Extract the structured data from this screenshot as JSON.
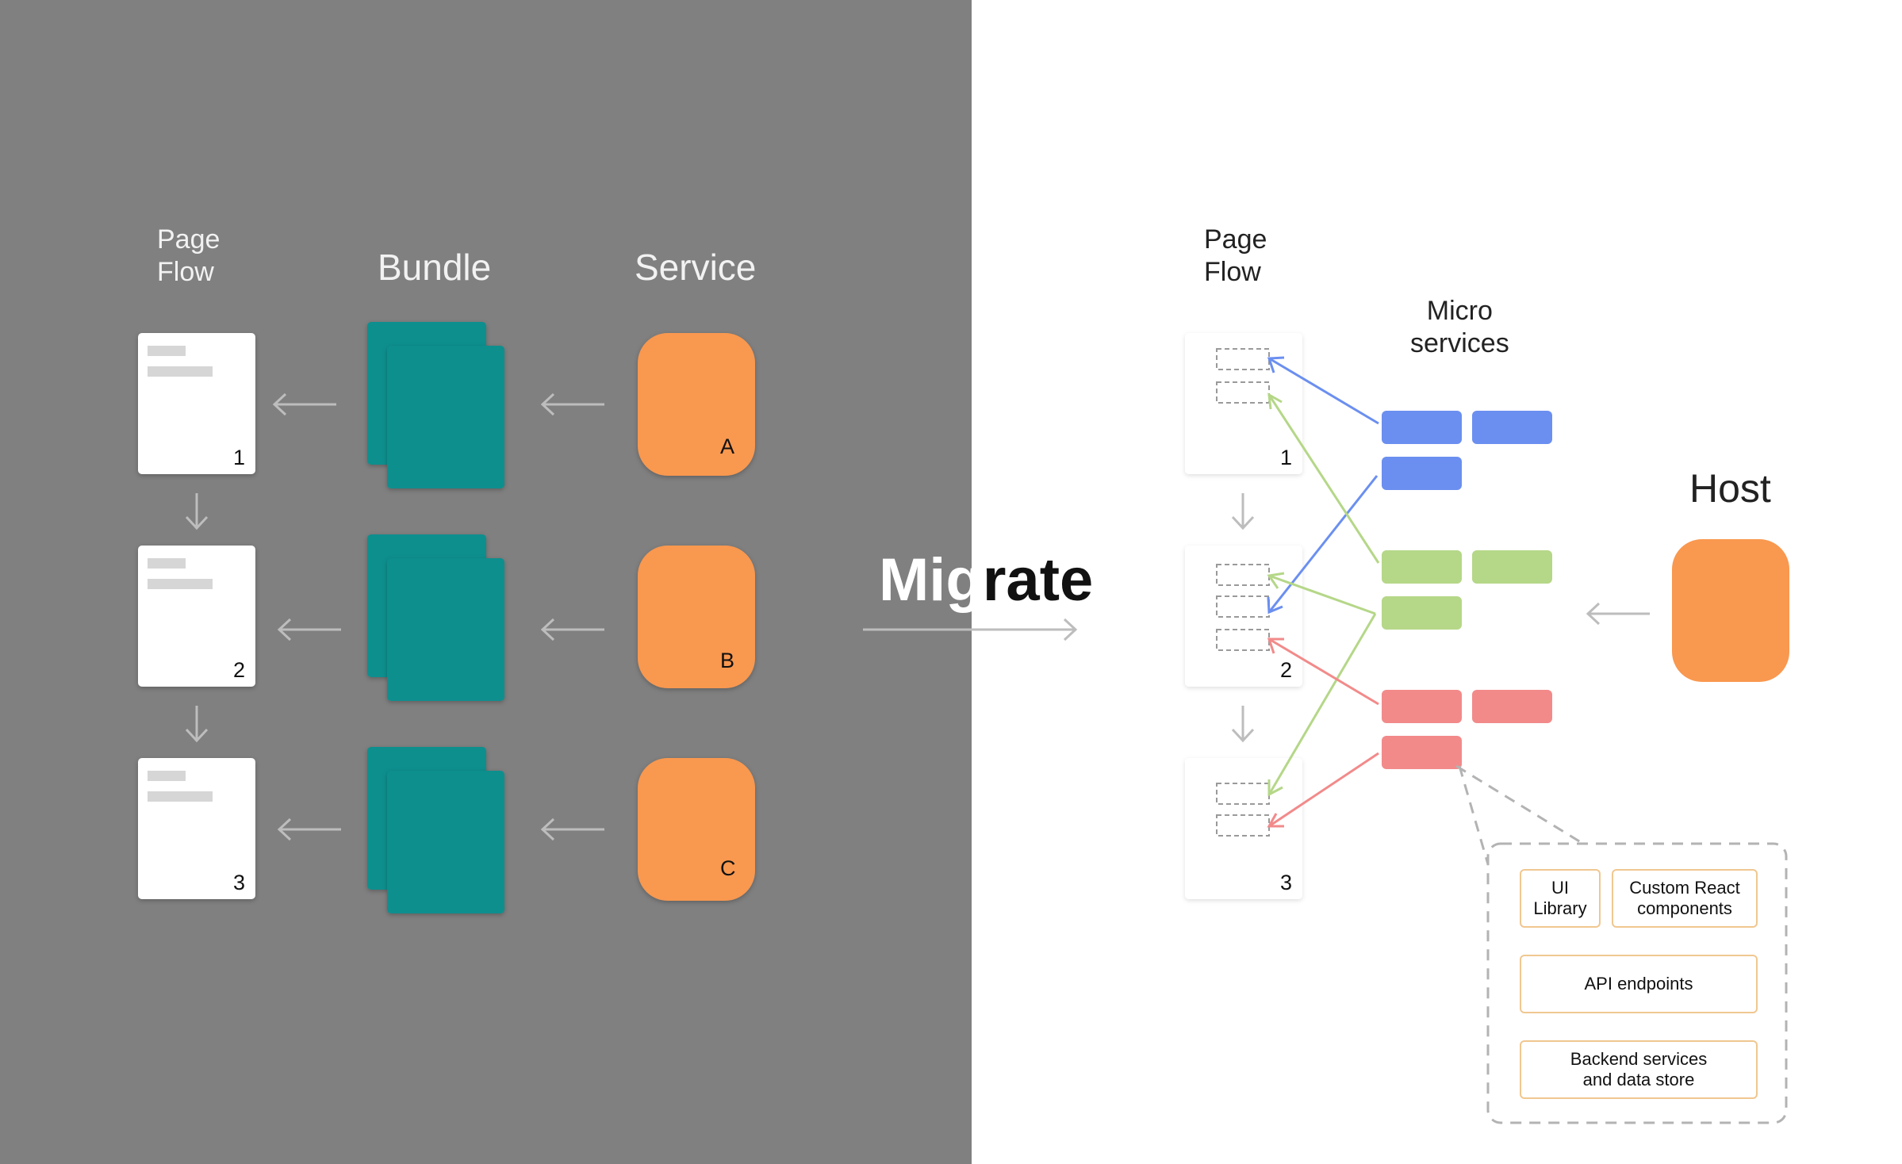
{
  "left": {
    "page_flow_title": "Page\nFlow",
    "bundle_title": "Bundle",
    "service_title": "Service",
    "pages": [
      "1",
      "2",
      "3"
    ],
    "services": [
      "A",
      "B",
      "C"
    ],
    "colors": {
      "background": "#808080",
      "bundle": "#0b8f8e",
      "service": "#f9984f",
      "arrow": "#bdbdbd"
    }
  },
  "migrate": {
    "label_start": "Mig",
    "label_end": "rate"
  },
  "right": {
    "page_flow_title": "Page\nFlow",
    "microservices_title": "Micro\nservices",
    "host_title": "Host",
    "pages": [
      "1",
      "2",
      "3"
    ],
    "microservice_colors": {
      "blue": "#6b8ff0",
      "green": "#b5d788",
      "red": "#f28a8a"
    },
    "host_color": "#f9984f",
    "detail_boxes": {
      "ui_library": "UI\nLibrary",
      "custom_components": "Custom React\ncomponents",
      "api_endpoints": "API endpoints",
      "backend": "Backend services\nand data store"
    }
  }
}
